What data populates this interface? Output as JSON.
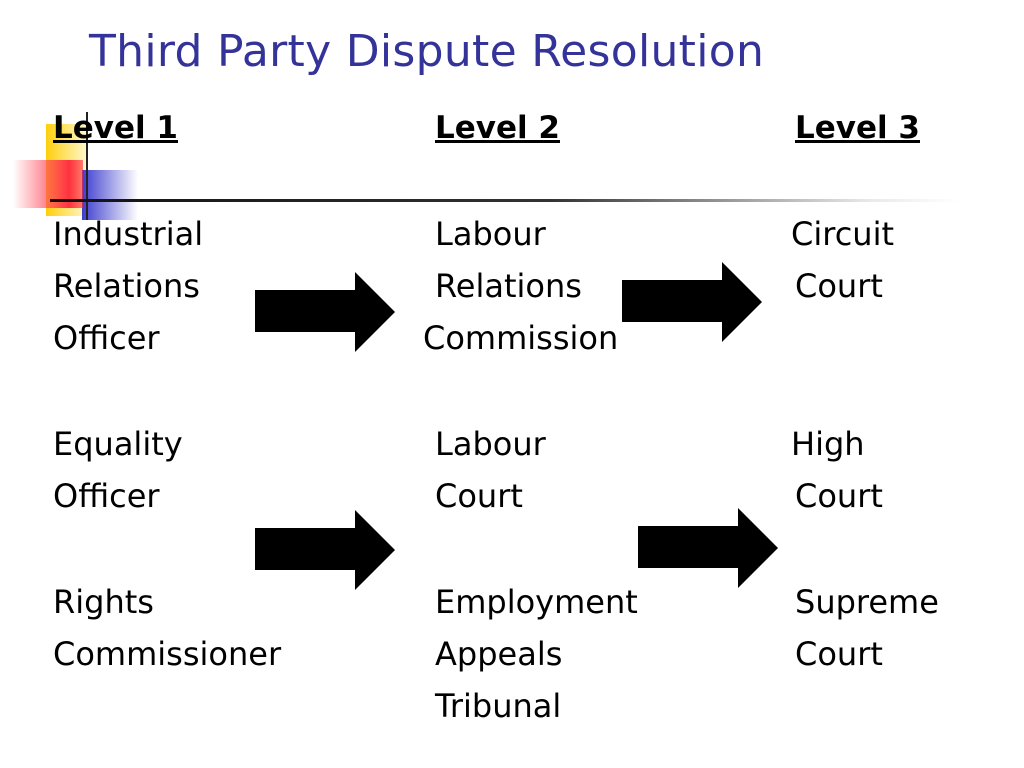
{
  "slide": {
    "title": "Third Party Dispute Resolution",
    "headings": {
      "level1": "Level 1",
      "level2": "Level 2",
      "level3": "Level 3"
    },
    "group1": {
      "level1": [
        "Industrial",
        "Relations",
        "Officer"
      ],
      "level2": [
        "Labour",
        "Relations",
        "Commission"
      ],
      "level3": [
        "Circuit",
        "Court"
      ]
    },
    "group2": {
      "level1": [
        "Equality",
        "Officer"
      ],
      "level2": [
        "Labour",
        "Court"
      ],
      "level3": [
        "High",
        "Court"
      ]
    },
    "group3": {
      "level1": [
        "Rights",
        "Commissioner"
      ],
      "level2": [
        "Employment",
        "Appeals",
        "Tribunal"
      ],
      "level3": [
        "Supreme",
        "Court"
      ]
    },
    "colors": {
      "title": "#333399",
      "accent_yellow": "#FFCC00",
      "accent_blue": "#3333CC",
      "accent_red": "#FF2840",
      "arrow": "#000000"
    }
  }
}
